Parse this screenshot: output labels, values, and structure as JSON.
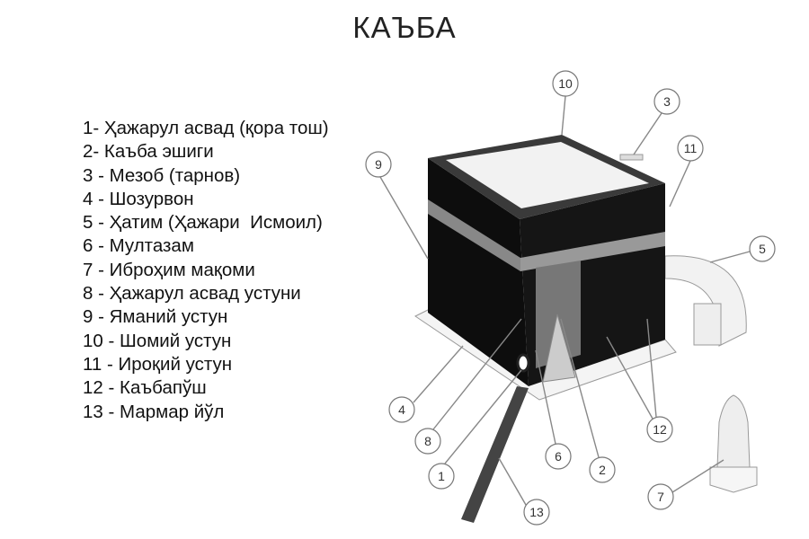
{
  "title": "КАЪБА",
  "legend": [
    "1- Ҳажарул асвад (қора тош)",
    "2- Каъба эшиги",
    "3 - Мезоб (тарнов)",
    "4 - Шозурвон",
    "5 - Ҳатим (Ҳажари  Исмоил)",
    "6 - Мултазам",
    "7 - Иброҳим мақоми",
    "8 - Ҳажарул асвад устуни",
    "9 - Яманий устун",
    "10 - Шомий устун",
    "11 - Ироқий устун",
    "12 - Каъбапўш",
    "13 - Мармар йўл"
  ],
  "callouts": [
    "10",
    "3",
    "11",
    "9",
    "5",
    "4",
    "8",
    "1",
    "6",
    "2",
    "12",
    "7",
    "13"
  ]
}
